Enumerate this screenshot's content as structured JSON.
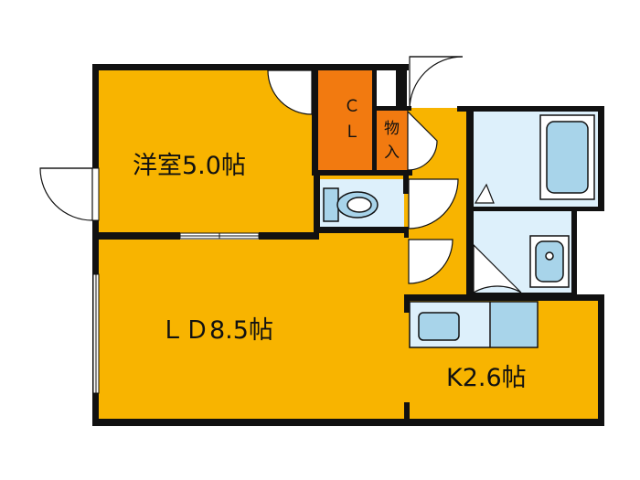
{
  "floorplan": {
    "rooms": {
      "western_room": "洋室5.0帖",
      "living_dining": "ＬＤ8.5帖",
      "kitchen": "K2.6帖",
      "closet": "ＣＬ",
      "closet_line1": "Ｃ",
      "closet_line2": "Ｌ",
      "storage": "物入",
      "storage_line1": "物",
      "storage_line2": "入"
    },
    "colors": {
      "room_fill": "#F8B400",
      "closet_fill": "#F27A10",
      "wet_area_fill": "#DDF0FB",
      "fixture_fill": "#A8D4EA",
      "wall": "#111111"
    }
  }
}
